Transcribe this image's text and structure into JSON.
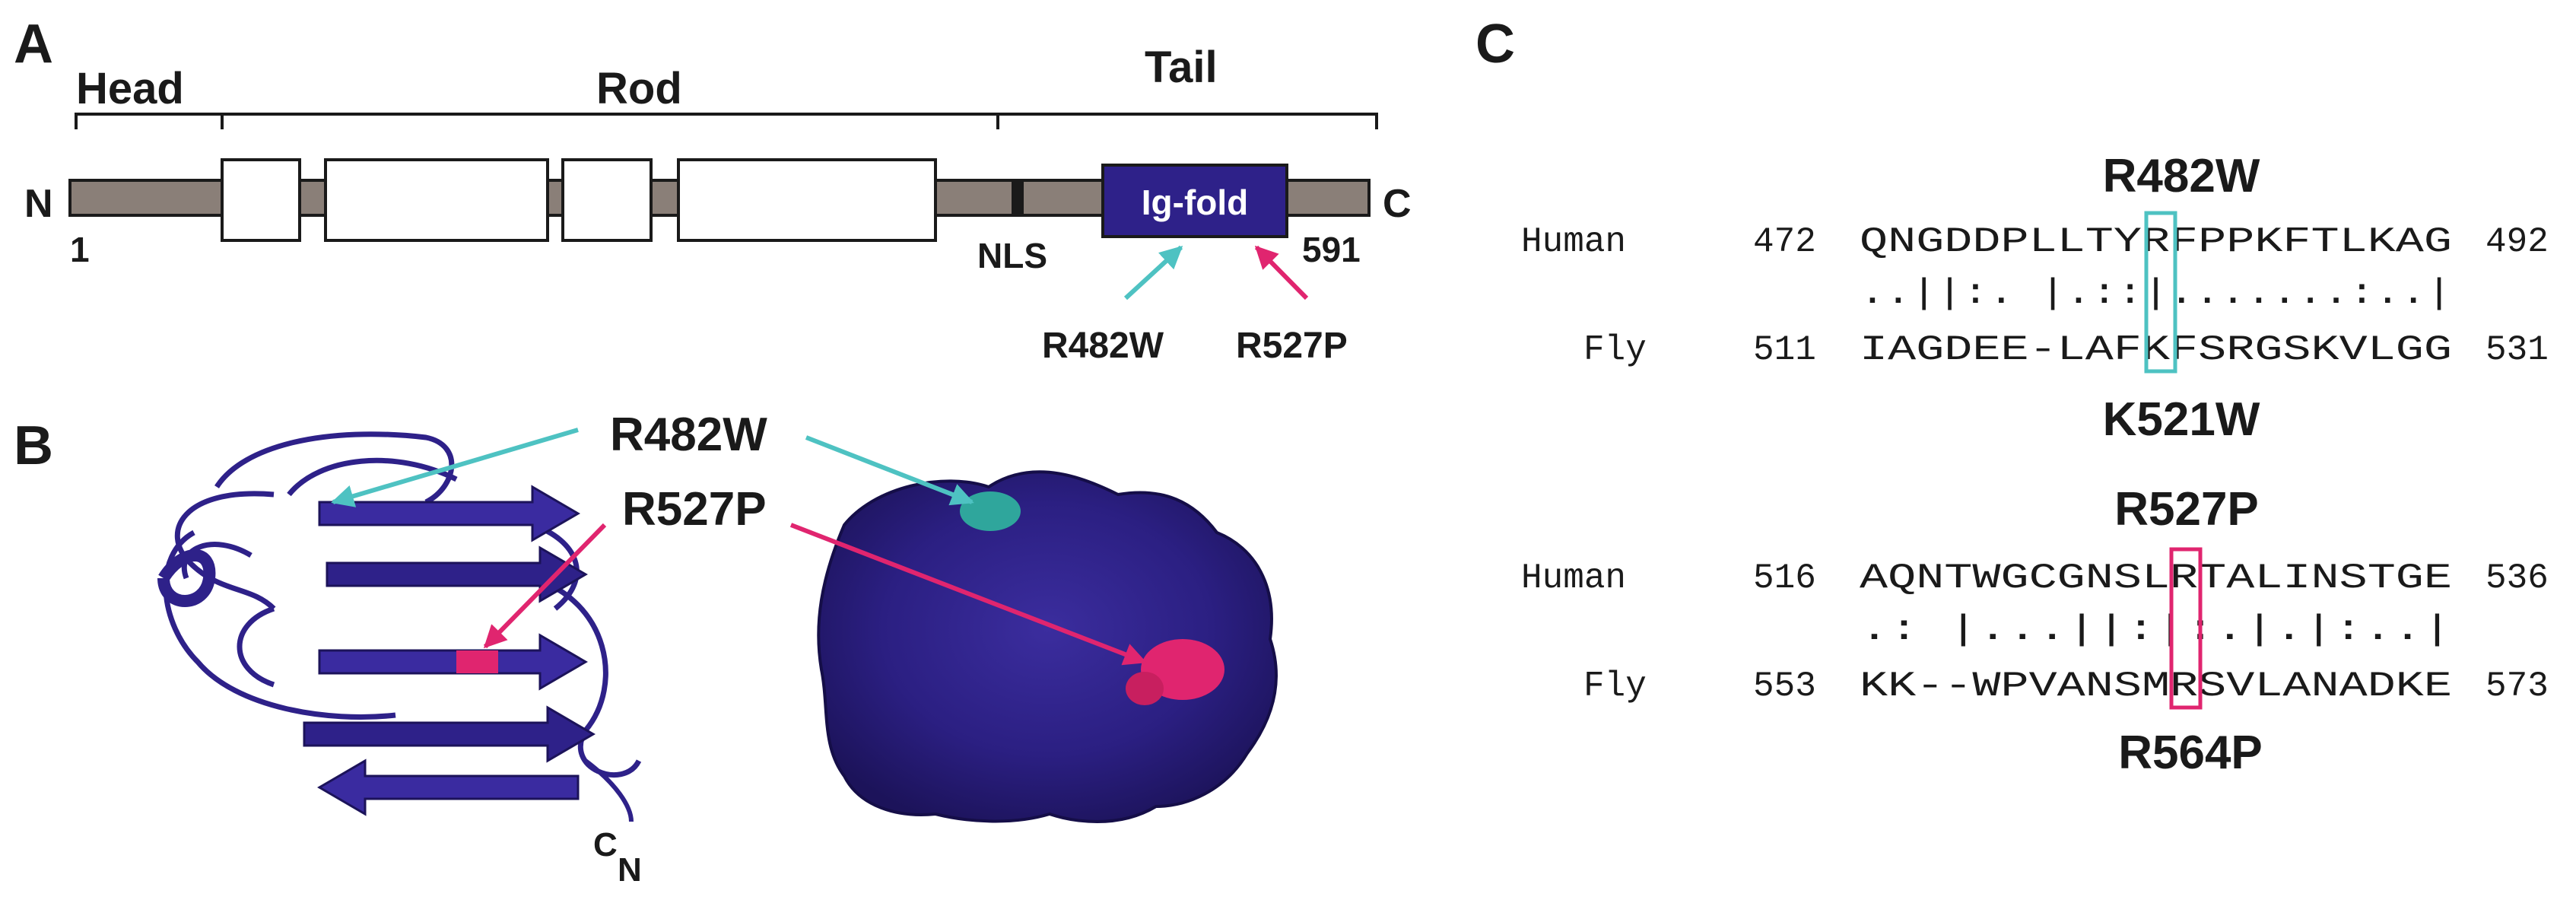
{
  "colors": {
    "rod_bar": "#8a7f78",
    "igfold": "#2e2189",
    "protein": "#2e2189",
    "teal": "#4ec2c2",
    "magenta": "#e0256f",
    "text": "#1a1a1a"
  },
  "panel_a": {
    "label": "A",
    "domains": {
      "head": "Head",
      "rod": "Rod",
      "tail": "Tail"
    },
    "n_term": "N",
    "c_term": "C",
    "start": "1",
    "end": "591",
    "nls": "NLS",
    "igfold": "Ig-fold",
    "mutation_1": "R482W",
    "mutation_2": "R527P"
  },
  "panel_b": {
    "label": "B",
    "mutation_1": "R482W",
    "mutation_2": "R527P",
    "c_term": "C",
    "n_term": "N"
  },
  "panel_c": {
    "label": "C",
    "alignments": [
      {
        "human_mutation": "R482W",
        "human_label": "Human",
        "human_start": "472",
        "human_seq": "QNGDDPLLTYRFPPKFTLKAG",
        "human_end": "492",
        "match_line": "..||:. |.::|.......:..|",
        "fly_label": "Fly",
        "fly_start": "511",
        "fly_seq": "IAGDEE-LAFKFSRGSKVLGG",
        "fly_end": "531",
        "fly_mutation": "K521W"
      },
      {
        "human_mutation": "R527P",
        "human_label": "Human",
        "human_start": "516",
        "human_seq": "AQNTWGCGNSLRTALINSTGE",
        "human_end": "536",
        "match_line": ".: |...||:|:.|.|:..|",
        "fly_label": "Fly",
        "fly_start": "553",
        "fly_seq": "KK--WPVANSMRSVLANADKE",
        "fly_end": "573",
        "fly_mutation": "R564P"
      }
    ]
  }
}
